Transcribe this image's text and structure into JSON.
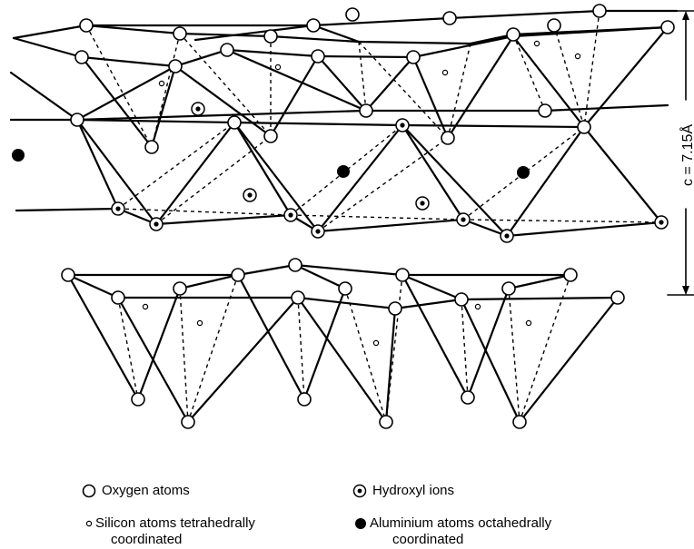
{
  "dimension": {
    "label": "c = 7.15Å"
  },
  "legend": {
    "oxygen": "Oxygen atoms",
    "hydroxyl": "Hydroxyl ions",
    "silicon_line1": "Silicon atoms tetrahedrally",
    "silicon_line2": "coordinated",
    "aluminium_line1": "Aluminium atoms octahedrally",
    "aluminium_line2": "coordinated"
  }
}
